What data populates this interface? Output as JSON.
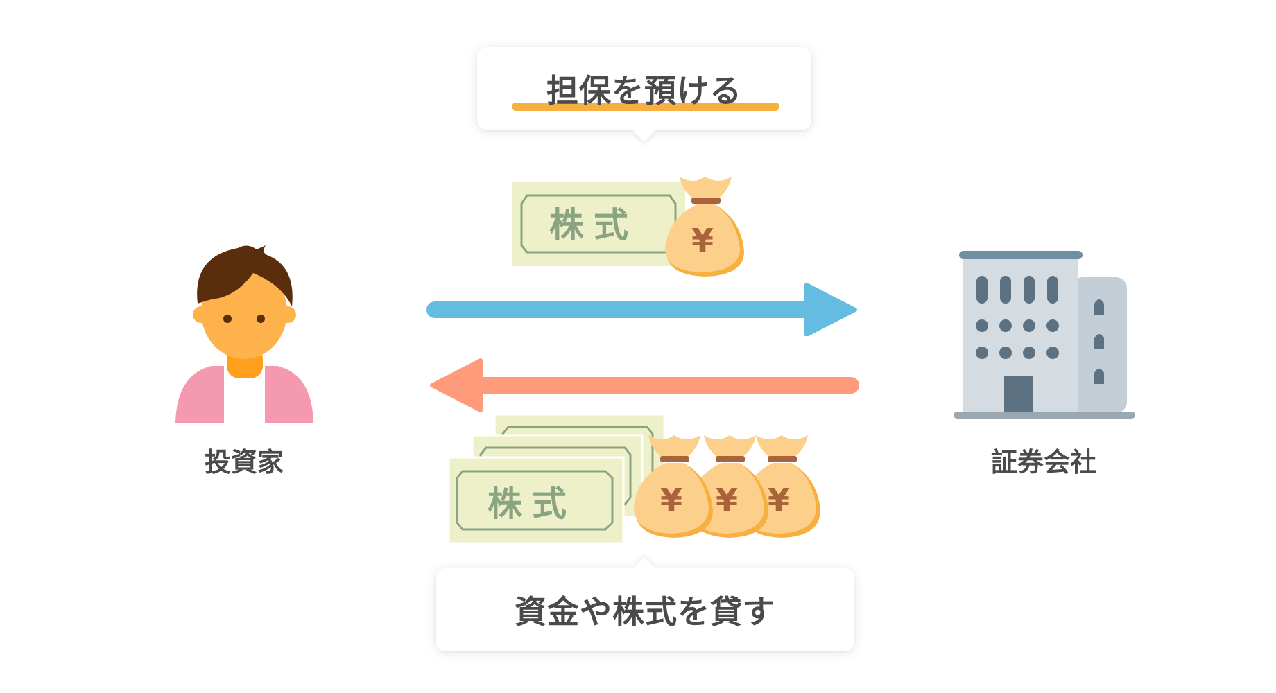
{
  "top_bubble": {
    "text": "担保を預ける"
  },
  "bottom_bubble": {
    "text": "資金や株式を貸す"
  },
  "investor": {
    "label": "投資家"
  },
  "company": {
    "label": "証券会社"
  },
  "certificate": {
    "text": "株式"
  },
  "money_bag": {
    "symbol": "¥"
  },
  "colors": {
    "arrow_right": "#64bde0",
    "arrow_left": "#ff9b7a",
    "accent_underline": "#f7b03f",
    "certificate_fill": "#eef0c9",
    "certificate_border": "#8aa382",
    "bag_fill": "#fcd08a",
    "bag_shadow": "#f7b03f",
    "building": "#d4dce2",
    "building_roof": "#6f8fa3"
  }
}
